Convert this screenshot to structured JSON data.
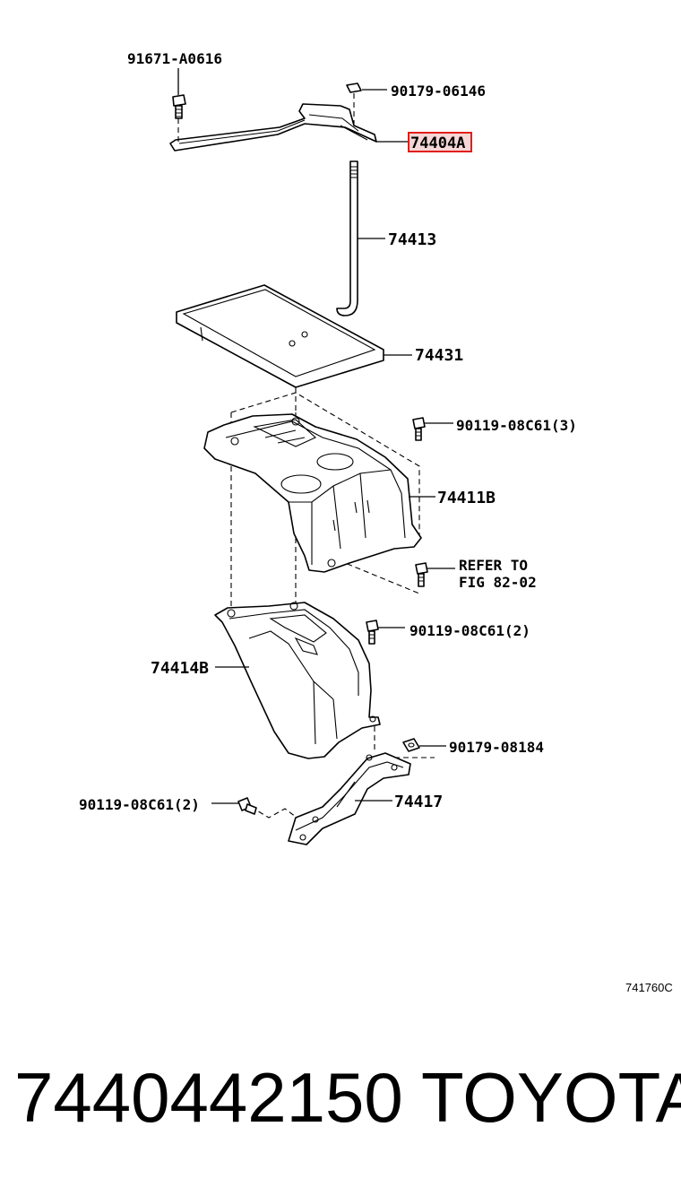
{
  "labels": {
    "p1": "91671-A0616",
    "p2": "90179-06146",
    "p3": "74404A",
    "p4": "74413",
    "p5": "74431",
    "p6": "90119-08C61(3)",
    "p7": "74411B",
    "p8a": "REFER TO",
    "p8b": "FIG 82-02",
    "p9": "90119-08C61(2)",
    "p10": "74414B",
    "p11": "90179-08184",
    "p12": "90119-08C61(2)",
    "p13": "74417"
  },
  "figure_id": "741760C",
  "footer": {
    "part_number": "7440442150",
    "brand": "TOYOTA"
  },
  "colors": {
    "highlight_stroke": "#e0201c",
    "highlight_fill": "#f6d6d6"
  }
}
